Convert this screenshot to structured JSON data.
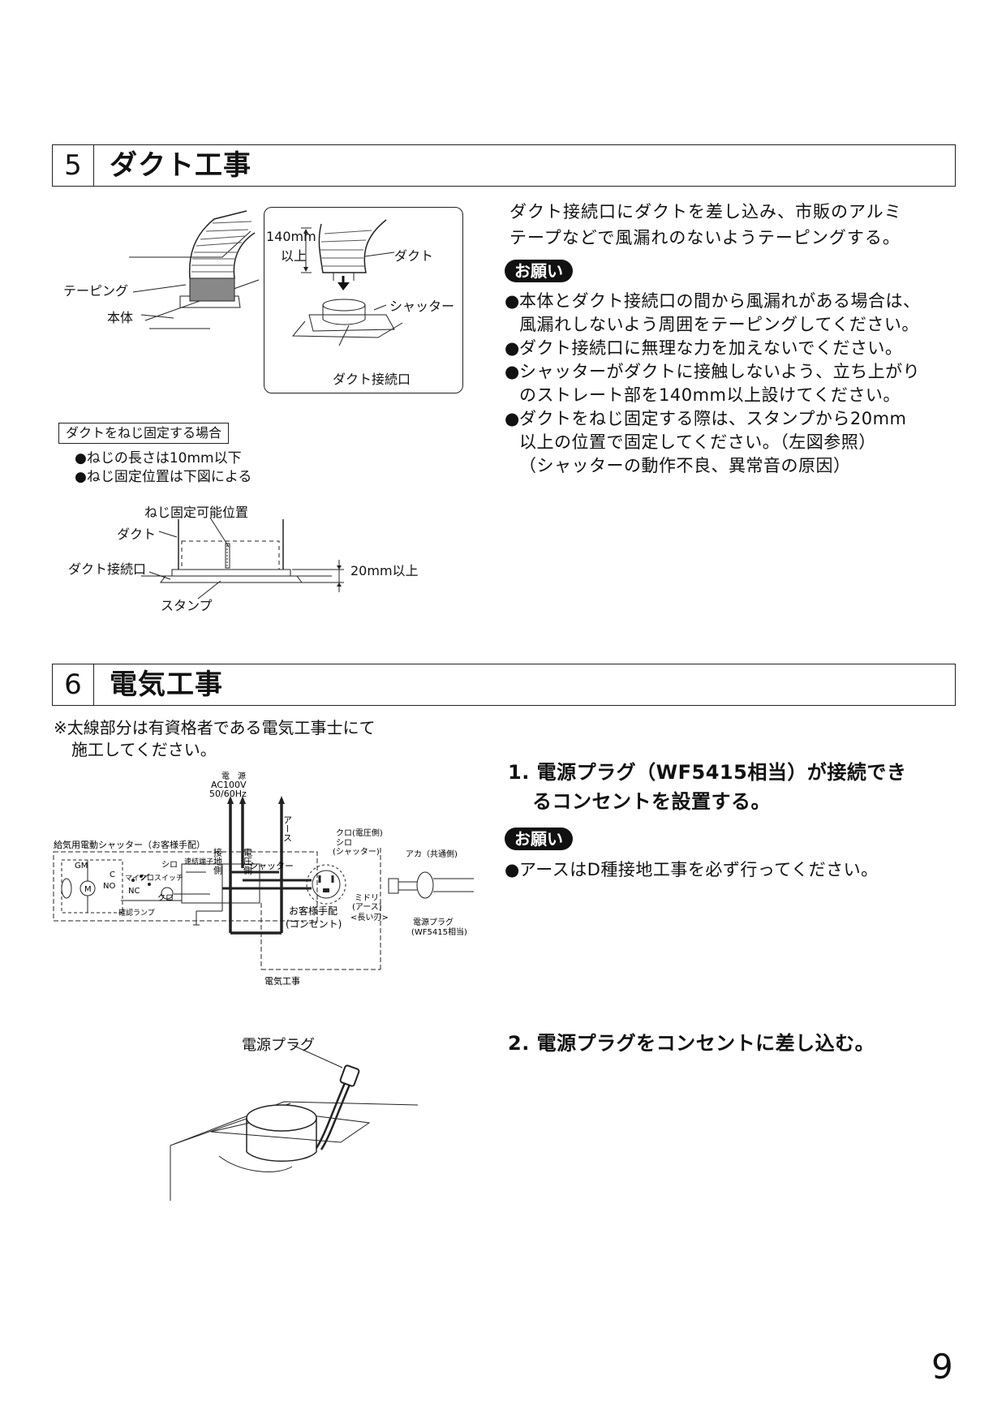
{
  "section5": {
    "number": "5",
    "title": "ダクト工事",
    "intro_lines": [
      "ダクト接続口にダクトを差し込み、市販のアルミ",
      "テープなどで風漏れのないようテーピングする。"
    ],
    "notice": "お願い",
    "bullets": [
      [
        "本体とダクト接続口の間から風漏れがある場合は、",
        "風漏れしないよう周囲をテーピングしてください。"
      ],
      [
        "ダクト接続口に無理な力を加えないでください。"
      ],
      [
        "シャッターがダクトに接触しないよう、立ち上がり",
        "のストレート部を140mm以上設けてください。"
      ],
      [
        "ダクトをねじ固定する際は、スタンプから20mm",
        "以上の位置で固定してください。（左図参照）",
        "（シャッターの動作不良、異常音の原因）"
      ]
    ],
    "fig1": {
      "taping": "テーピング",
      "body": "本体"
    },
    "fig2": {
      "length": "140mm",
      "length2": "以上",
      "duct": "ダクト",
      "shutter": "シャッター",
      "port": "ダクト接続口"
    },
    "screw_box": "ダクトをねじ固定する場合",
    "screw_bullets": [
      "ねじの長さは10mm以下",
      "ねじ固定位置は下図による"
    ],
    "fig3": {
      "pos": "ねじ固定可能位置",
      "duct": "ダクト",
      "port": "ダクト接続口",
      "dim": "20mm以上",
      "stamp": "スタンプ"
    }
  },
  "section6": {
    "number": "6",
    "title": "電気工事",
    "note_lines": [
      "※太線部分は有資格者である電気工事士にて",
      "施工してください。"
    ],
    "step1_lines": [
      "1. 電源プラグ（WF5415相当）が接続でき",
      "るコンセントを設置する。"
    ],
    "notice": "お願い",
    "step1_bullet": "アースはD種接地工事を必ず行ってください。",
    "step2": "2. 電源プラグをコンセントに差し込む。",
    "wiring": {
      "power1": "電　源",
      "power2": "AC100V",
      "power3": "50/60Hz",
      "ground_side": "接地側",
      "voltage_side": "電圧側",
      "earth": "アース",
      "box_title": "給気用電動シャッター（お客様手配）",
      "gm": "GM",
      "m": "M",
      "c": "C",
      "no": "NO",
      "nc": "NC",
      "microswitch": "マイクロスイッチ",
      "lamp": "確認ランプ",
      "white": "シロ",
      "black": "クロ",
      "terminal": "速結端子",
      "shutter": "シャッター",
      "black_v": "クロ(電圧側)",
      "white_s": "シロ",
      "white_s2": "(シャッター)",
      "red": "アカ（共通側)",
      "green": "ミドリ",
      "green2": "(アース)",
      "long": "<長い刃>",
      "outlet": "お客様手配",
      "outlet2": "(コンセント)",
      "plug": "電源プラグ",
      "plug2": "(WF5415相当)",
      "elec": "電気工事"
    },
    "fig_plug": "電源プラグ"
  },
  "page_number": "9"
}
